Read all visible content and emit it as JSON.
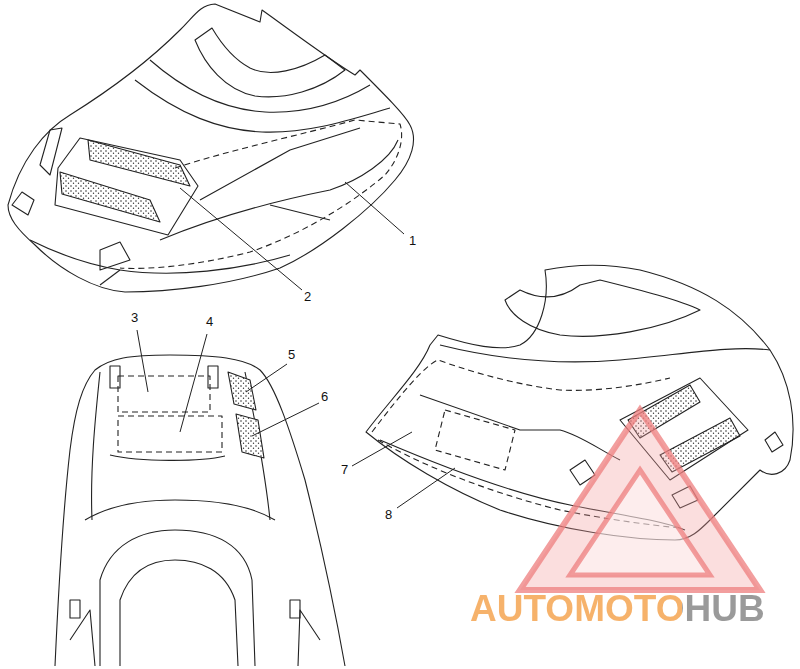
{
  "diagram": {
    "labels": [
      "1",
      "2",
      "3",
      "4",
      "5",
      "6",
      "7",
      "8",
      "AUTOMOTOHUB"
    ]
  }
}
